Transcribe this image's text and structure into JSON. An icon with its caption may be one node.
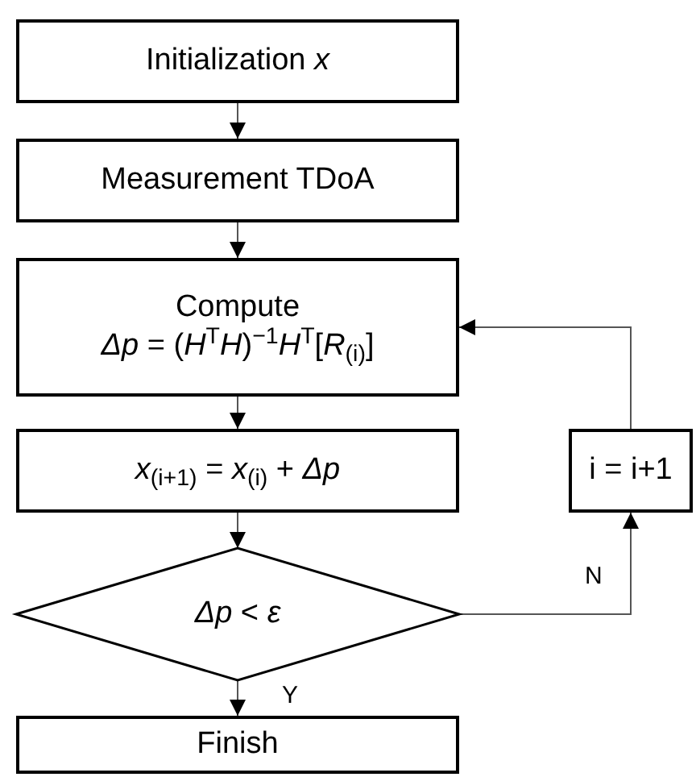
{
  "diagram": {
    "nodes": [
      {
        "text": [
          "Initialization *x*"
        ]
      },
      {
        "text": [
          "Measurement TDoA"
        ]
      },
      {
        "text": [
          "Compute",
          "*Δp* = (*H*$^{T}$*H*)$^{−1}$*H*$^{T}$[*R*$_{(i)}$]"
        ]
      },
      {
        "text": [
          "*x*$_{(i+1)}$ =  *x*$_{(i)}$ + *Δp*"
        ]
      },
      {
        "text": [
          "i = i+1"
        ]
      },
      {
        "text": [
          "*Δp*  <  *ε*"
        ]
      },
      {
        "text": [
          "Finish"
        ]
      }
    ],
    "edges": [
      {
        "from": 0,
        "to": 1,
        "arrow": "to"
      },
      {
        "from": 1,
        "to": 2,
        "arrow": "to"
      },
      {
        "from": 2,
        "to": 3,
        "arrow": "to"
      },
      {
        "from": 3,
        "to": 5,
        "arrow": "to"
      },
      {
        "from": 5,
        "to": 6,
        "arrow": "to",
        "label": "Y"
      },
      {
        "from": 5,
        "to": 4,
        "arrow": "to",
        "label": "N"
      },
      {
        "from": 4,
        "to": 2,
        "arrow": "to"
      }
    ]
  }
}
